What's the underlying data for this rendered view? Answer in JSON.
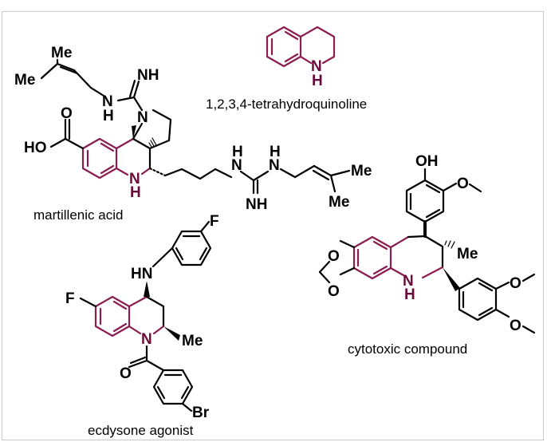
{
  "colors": {
    "core": "#8a1c50",
    "core_atom": "#6a0a3a",
    "bond": "#000000",
    "frame": "#c8c8c8"
  },
  "captions": {
    "thq": "1,2,3,4-tetrahydroquinoline",
    "martillenic": "martillenic acid",
    "ecdysone": "ecdysone agonist",
    "cytotoxic": "cytotoxic compound"
  },
  "atoms": {
    "thq_N": "N",
    "thq_H": "H",
    "m_Me_top": "Me",
    "m_Me_left": "Me",
    "m_NH_imine": "NH",
    "m_N_amine": "N",
    "m_H_amine": "H",
    "m_N_ring": "N",
    "m_O": "O",
    "m_HO": "HO",
    "m_N_core": "N",
    "m_H_core": "H",
    "m_H_gu1": "H",
    "m_N_gu1": "N",
    "m_H_gu2": "H",
    "m_N_gu2": "N",
    "m_NH_gu": "NH",
    "m_Me_r1": "Me",
    "m_Me_r2": "Me",
    "e_F_top": "F",
    "e_HN": "HN",
    "e_F_left": "F",
    "e_N_core": "N",
    "e_Me": "Me",
    "e_O": "O",
    "e_Br": "Br",
    "c_OH": "OH",
    "c_O_ome1": "O",
    "c_Me": "Me",
    "c_O_d1": "O",
    "c_O_d2": "O",
    "c_N_core": "N",
    "c_H_core": "H",
    "c_O_ome2": "O",
    "c_O_ome3": "O"
  }
}
